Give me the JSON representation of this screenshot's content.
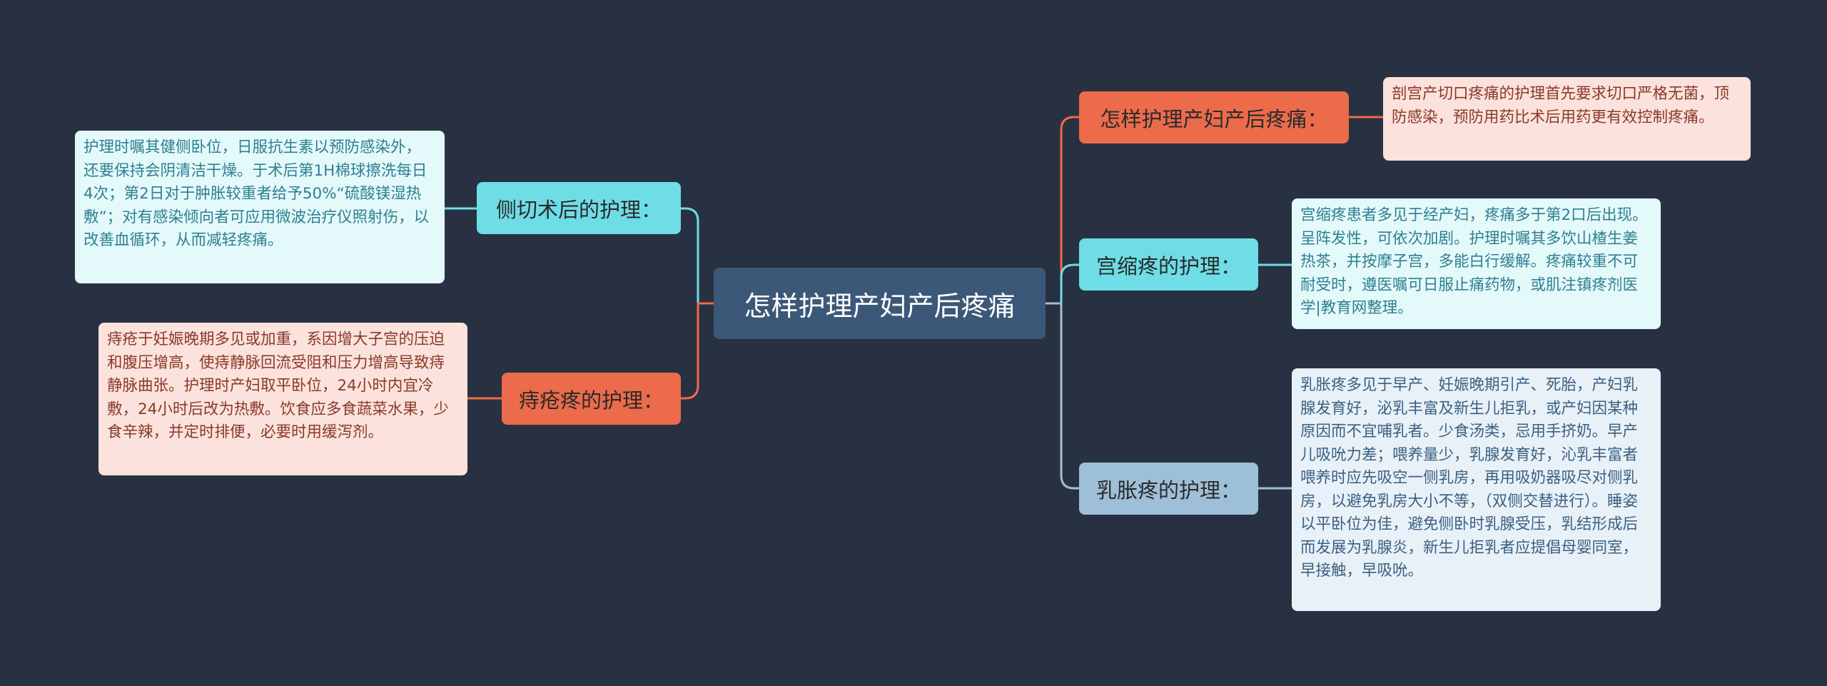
{
  "root": {
    "title": "怎样护理产妇产后疼痛"
  },
  "branches": {
    "left_top": {
      "topic": "侧切术后的护理：",
      "detail": "护理时嘱其健侧卧位，日服抗生素以预防感染外，还要保持会阴清洁干燥。于术后第1H棉球擦洗每日4次；第2日对于肿胀较重者给予50%“硫酸镁湿热敷”；对有感染倾向者可应用微波治疗仪照射伤，以改善血循环，从而减轻疼痛。"
    },
    "left_bottom": {
      "topic": "痔疮疼的护理：",
      "detail": "痔疮于妊娠晚期多见或加重，系因增大子宫的压迫和腹压增高，使痔静脉回流受阻和压力增高导致痔静脉曲张。护理时产妇取平卧位，24小时内宜冷敷，24小时后改为热敷。饮食应多食蔬菜水果，少食辛辣，并定时排便，必要时用缓泻剂。"
    },
    "right_top": {
      "topic": "怎样护理产妇产后疼痛：",
      "detail": "剖宫产切口疼痛的护理首先要求切口严格无菌，顶防感染，预防用药比术后用药更有效控制疼痛。"
    },
    "right_middle": {
      "topic": "宫缩疼的护理：",
      "detail": "宫缩疼患者多见于经产妇，疼痛多于第2口后出现。呈阵发性，可依次加剧。护理时嘱其多饮山楂生姜热茶，并按摩子宫，多能白行缓解。疼痛较重不可耐受时，遵医嘱可日服止痛药物，或肌注镇疼剂医学|教育网整理。"
    },
    "right_bottom": {
      "topic": "乳胀疼的护理：",
      "detail": "乳胀疼多见于早产、妊娠晚期引产、死胎，产妇乳腺发育好，泌乳丰富及新生儿拒乳，或产妇因某种原因而不宜哺乳者。少食汤类，忌用手挤奶。早产儿吸吮力差；喂养量少，乳腺发育好，沁乳丰富者喂养时应先吸空一侧乳房，再用吸奶器吸尽对侧乳房，以避免乳房大小不等，（双侧交替进行）。睡姿以平卧位为佳，避免侧卧时乳腺受压，乳结形成后而发展为乳腺炎，新生儿拒乳者应提倡母婴同室，早接触，早吸吮。"
    }
  },
  "colors": {
    "background": "#283141",
    "root": "#3c5878",
    "orange": "#ec6b4b",
    "cyan": "#6edde6",
    "blue": "#9ebfd8"
  }
}
